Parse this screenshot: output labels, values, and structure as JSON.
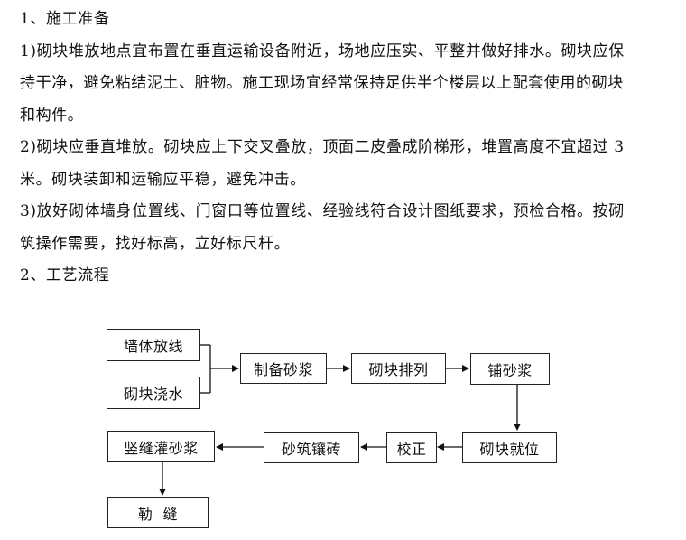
{
  "section1": {
    "heading": "1、施工准备",
    "lines": [
      "1)砌块堆放地点宜布置在垂直运输设备附近，场地应压实、平整并做好排水。砌块应保",
      "持干净，避免粘结泥土、脏物。施工现场宜经常保持足供半个楼层以上配套使用的砌块",
      "和构件。",
      "2)砌块应垂直堆放。砌块应上下交叉叠放，顶面二皮叠成阶梯形，堆置高度不宜超过 3",
      "米。砌块装卸和运输应平稳，避免冲击。",
      "3)放好砌体墙身位置线、门窗口等位置线、经验线符合设计图纸要求，预检合格。按砌",
      "筑操作需要，找好标高，立好标尺杆。"
    ]
  },
  "section2": {
    "heading": "2、工艺流程"
  },
  "flowchart": {
    "steps": {
      "wall_layout": "墙体放线",
      "block_watering": "砌块浇水",
      "prepare_mortar": "制备砂浆",
      "block_arrangement": "砌块排列",
      "spread_mortar": "铺砂浆",
      "block_positioning": "砌块就位",
      "correction": "校正",
      "mortar_brick_infill": "砂筑镶砖",
      "vertical_joint_grouting": "竖缝灌砂浆",
      "joint_pointing": "勒  缝"
    }
  }
}
